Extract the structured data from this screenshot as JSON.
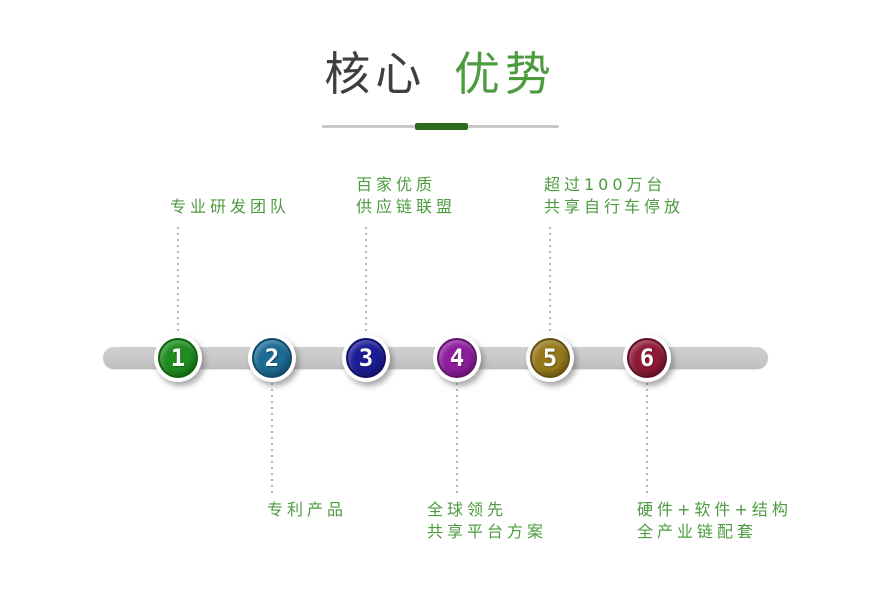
{
  "title": {
    "part1": "核心",
    "part2": "优势",
    "part1_color": "#3f3f3f",
    "part2_color": "#4c9b3f"
  },
  "divider": {
    "line_color": "#c8c8c8",
    "accent_color": "#2d6a1c"
  },
  "timeline": {
    "bar_color": "#c6c6c6",
    "connector_dot_color": "#b4b4b4",
    "label_color": "#4c9b3f",
    "number_text_color": "#ffffff",
    "items": [
      {
        "number": "1",
        "circle_color": "#1f8c1f",
        "ring_color": "#0d620d",
        "label_position": "above",
        "label_lines": [
          "专业研发团队"
        ]
      },
      {
        "number": "2",
        "circle_color": "#1e6b96",
        "ring_color": "#114a69",
        "label_position": "below",
        "label_lines": [
          "专利产品"
        ]
      },
      {
        "number": "3",
        "circle_color": "#1c1c96",
        "ring_color": "#0f0f69",
        "label_position": "above",
        "label_lines": [
          "百家优质",
          "供应链联盟"
        ]
      },
      {
        "number": "4",
        "circle_color": "#8e1e9e",
        "ring_color": "#611269",
        "label_position": "below",
        "label_lines": [
          "全球领先",
          "共享平台方案"
        ]
      },
      {
        "number": "5",
        "circle_color": "#96791a",
        "ring_color": "#665010",
        "label_position": "above",
        "label_lines": [
          "超过100万台",
          "共享自行车停放"
        ]
      },
      {
        "number": "6",
        "circle_color": "#8e1a38",
        "ring_color": "#5e0f24",
        "label_position": "below",
        "label_lines": [
          "硬件+软件+结构",
          "全产业链配套"
        ]
      }
    ]
  }
}
